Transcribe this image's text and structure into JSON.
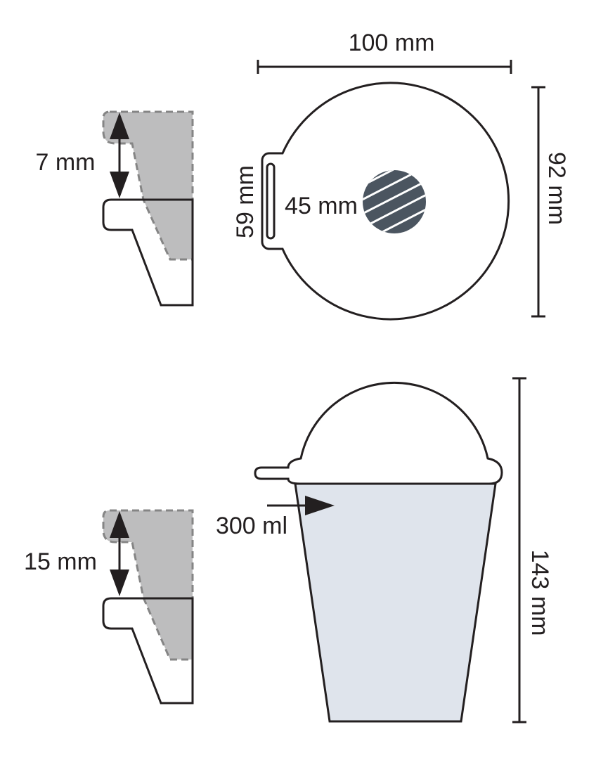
{
  "labels": {
    "top_width": "100 mm",
    "top_height": "92 mm",
    "slot_length": "59 mm",
    "center_diameter": "45 mm",
    "small_drop": "7 mm",
    "large_drop": "15 mm",
    "cup_volume": "300 ml",
    "cup_height": "143 mm"
  },
  "colors": {
    "stroke": "#231f20",
    "gray_fill": "#bdbdbe",
    "gray_dash": "#858585",
    "liquid_fill": "#dfe4ec",
    "center_disc": "#4b5560"
  }
}
